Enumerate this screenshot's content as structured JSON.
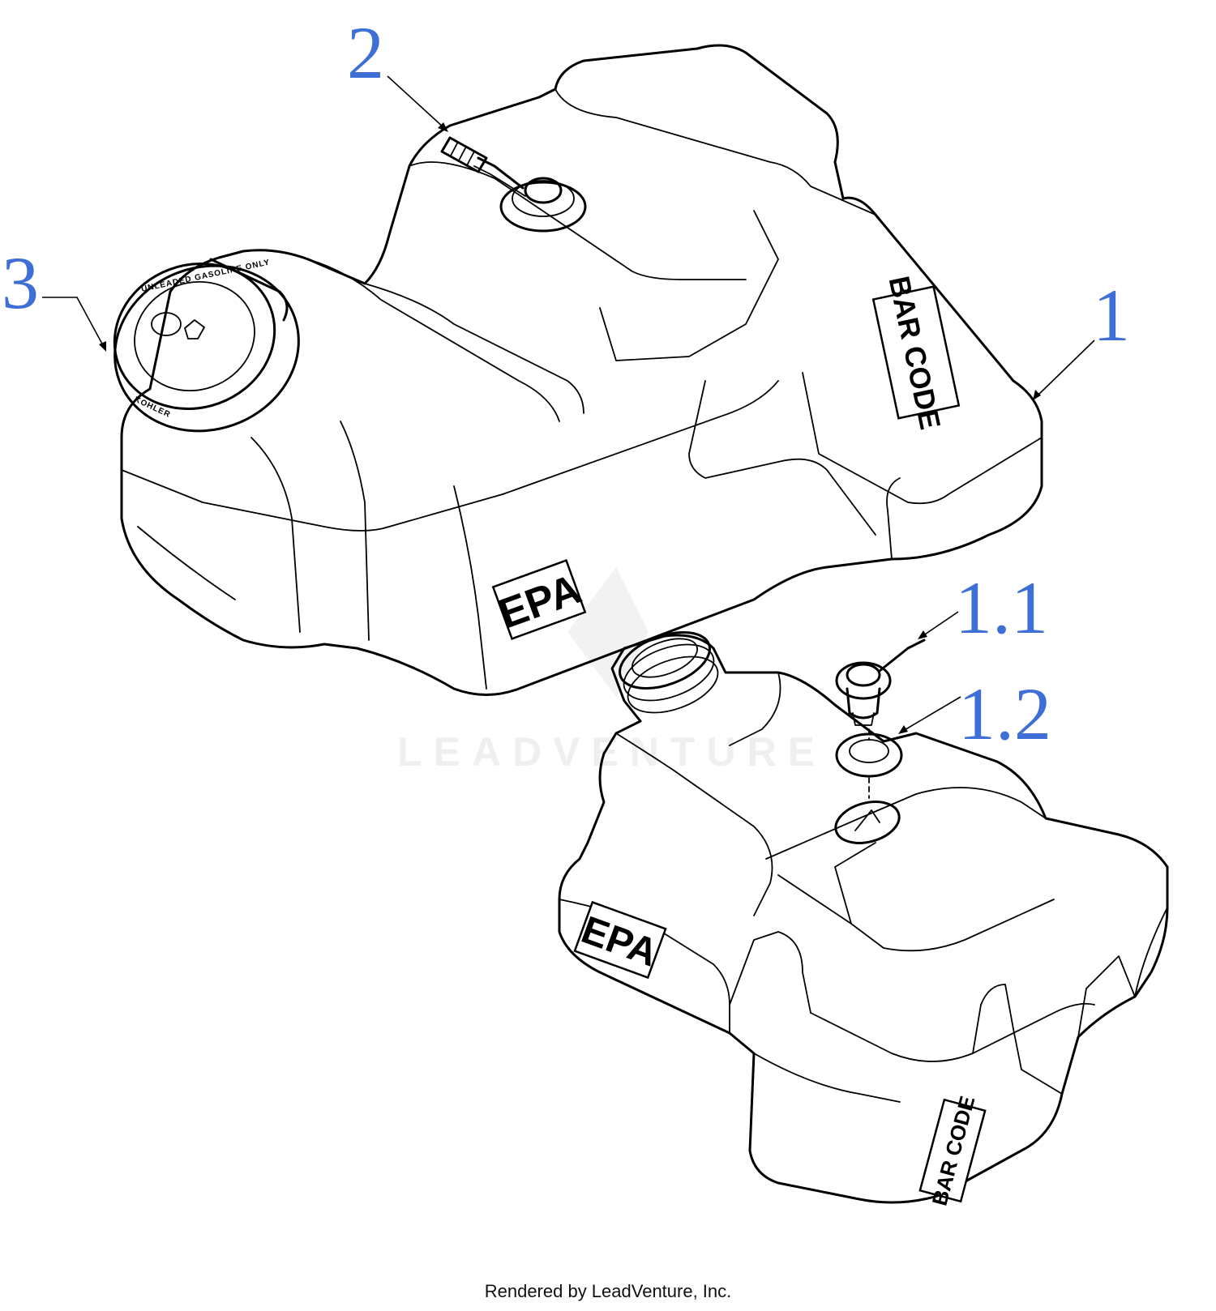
{
  "callouts": {
    "c1": "1",
    "c2": "2",
    "c3": "3",
    "c11": "1.1",
    "c12": "1.2"
  },
  "decals": {
    "bar_code_top": "BAR CODE",
    "epa_top": "EPA",
    "bar_code_bottom": "BAR CODE",
    "epa_bottom": "EPA"
  },
  "cap": {
    "brand": "KOHLER",
    "ring_text": "UNLEADED GASOLINE ONLY"
  },
  "watermark": "LEADVENTURE",
  "footer": "Rendered by LeadVenture, Inc.",
  "colors": {
    "callout_blue": "#3d6fd6",
    "line": "#000000",
    "background": "#ffffff"
  }
}
